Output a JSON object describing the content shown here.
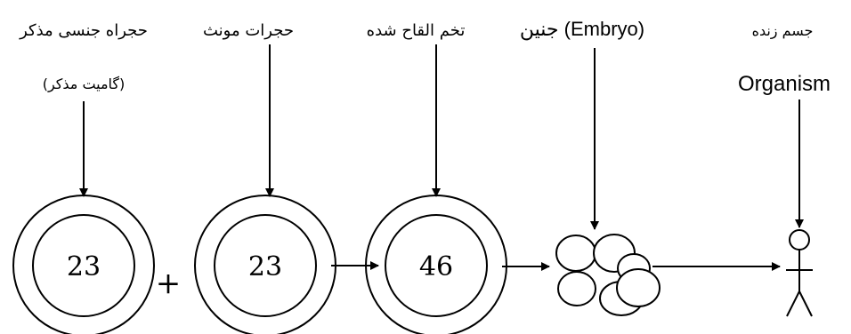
{
  "labels": {
    "male_gamete": "حجراه جنسی مذکر",
    "male_gamete_sub": "(گامیت مذکر)",
    "female_gamete": "حجرات مونث",
    "zygote": "تخم القاح شده",
    "embryo": "جنین (Embryo)",
    "organism_fa": "جسم زنده",
    "organism_en": "Organism"
  },
  "cells": {
    "male_chromosomes": "23",
    "female_chromosomes": "23",
    "zygote_chromosomes": "46"
  },
  "operators": {
    "plus": "+"
  }
}
